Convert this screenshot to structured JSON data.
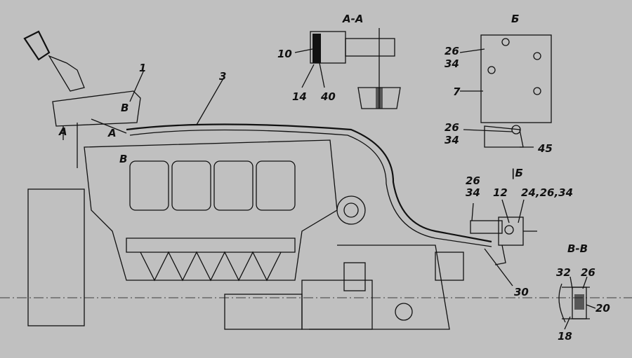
{
  "drawing": {
    "section_labels": {
      "aa": "А-А",
      "b_view": "Б",
      "b_marker": "|Б",
      "vv": "В-В"
    },
    "markers": {
      "a_left": "А",
      "a_right": "А",
      "v_top": "В",
      "v_bottom": "В"
    },
    "callouts": {
      "c1": "1",
      "c3": "3",
      "c10": "10",
      "c14": "14",
      "c40": "40",
      "c26a": "26",
      "c34a": "34",
      "c7": "7",
      "c26b": "26",
      "c34b": "34",
      "c45": "45",
      "c26c": "26",
      "c34c": "34",
      "c12": "12",
      "c24": "24,26,34",
      "c30": "30",
      "c32": "32",
      "c26d": "26",
      "c20": "20",
      "c18": "18"
    }
  }
}
